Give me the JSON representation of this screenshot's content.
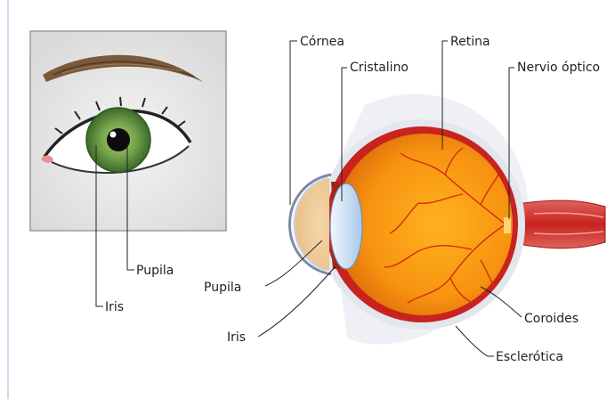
{
  "front_view": {
    "labels": {
      "pupila": "Pupila",
      "iris": "Iris"
    }
  },
  "cross_section": {
    "labels": {
      "cornea": "Córnea",
      "cristalino": "Cristalino",
      "retina": "Retina",
      "nervio_optico": "Nervio óptico",
      "pupila": "Pupila",
      "iris": "Iris",
      "coroides": "Coroides",
      "esclerotica": "Esclerótica"
    }
  },
  "colors": {
    "panel_bg": "#f1f1f1",
    "iris_green": "#6a9a45",
    "eyeball_orange": "#f59a12",
    "choroid_red": "#c8231e",
    "sclera_white": "#e8eaf0",
    "lens_blue": "#cfe2f5"
  }
}
